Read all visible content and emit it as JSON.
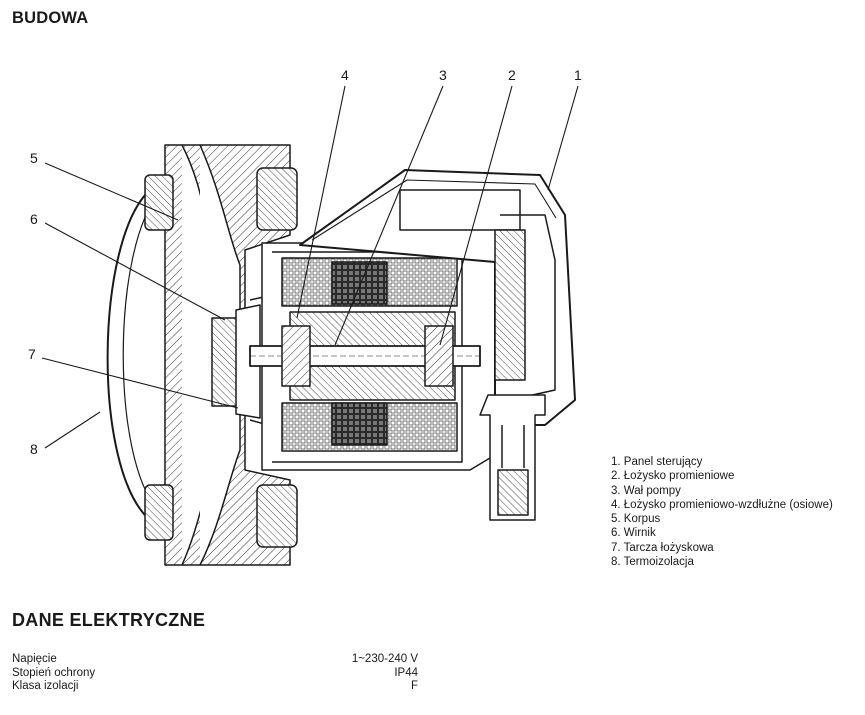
{
  "section_title": "BUDOWA",
  "callouts": [
    "1",
    "2",
    "3",
    "4",
    "5",
    "6",
    "7",
    "8"
  ],
  "legend": [
    "1. Panel sterujący",
    "2. Łożysko promieniowe",
    "3. Wał pompy",
    "4. Łożysko promieniowo-wzdłużne (osiowe)",
    "5. Korpus",
    "6. Wirnik",
    "7. Tarcza łożyskowa",
    "8. Termoizolacja"
  ],
  "electrical": {
    "title": "DANE ELEKTRYCZNE",
    "rows": [
      {
        "label": "Napięcie",
        "value": "1~230-240 V"
      },
      {
        "label": "Stopień ochrony",
        "value": "IP44"
      },
      {
        "label": "Klasa izolacji",
        "value": "F"
      }
    ]
  }
}
